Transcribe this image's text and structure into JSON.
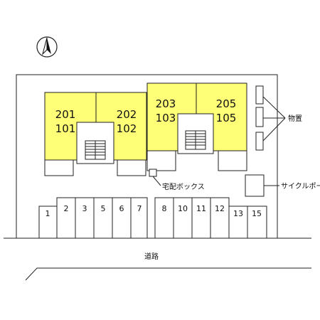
{
  "units": {
    "a_top": "201",
    "a_bottom": "101",
    "b_top": "202",
    "b_bottom": "102",
    "c_top": "203",
    "c_bottom": "103",
    "d_top": "205",
    "d_bottom": "105"
  },
  "parking": [
    "1",
    "2",
    "3",
    "5",
    "6",
    "7",
    "8",
    "10",
    "11",
    "12",
    "13",
    "15"
  ],
  "labels": {
    "storage": "物置",
    "delivery_box": "宅配ボックス",
    "cycle_port": "サイクルポート",
    "road": "道路"
  },
  "colors": {
    "building": "#ffff77",
    "line": "#222222"
  },
  "icons": {
    "north": "north-arrow-icon"
  }
}
